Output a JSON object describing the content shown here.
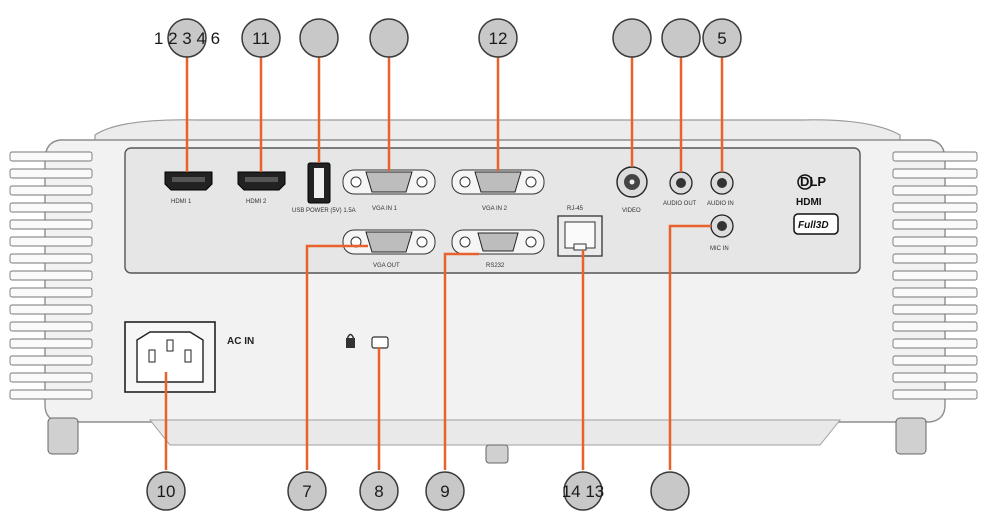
{
  "callouts": {
    "c1": "1 2 3 4 6",
    "c2": "11",
    "c3": "",
    "c4": "",
    "c5": "12",
    "c6": "",
    "c7": "",
    "c8": "5",
    "b1": "10",
    "b2": "7",
    "b3": "8",
    "b4": "9",
    "b5": "14 13",
    "b6": ""
  },
  "ports": {
    "hdmi1": "HDMI 1",
    "hdmi2": "HDMI 2",
    "usb_power": "USB POWER (5V) 1.5A",
    "vga_in1": "VGA IN 1",
    "vga_in2": "VGA IN 2",
    "video": "VIDEO",
    "audio_out": "AUDIO OUT",
    "audio_in": "AUDIO IN",
    "vga_out": "VGA OUT",
    "rs232": "RS232",
    "rj45": "RJ-45",
    "mic_in": "MIC IN",
    "ac_in": "AC IN"
  },
  "logos": {
    "dlp": "DLP",
    "hdmi": "HDMI",
    "full3d": "Full3D"
  },
  "colors": {
    "leader": "#e8632b",
    "callout_fill": "#c8c8c8",
    "body": "#f2f2f2",
    "panel": "#e6e6e6"
  }
}
